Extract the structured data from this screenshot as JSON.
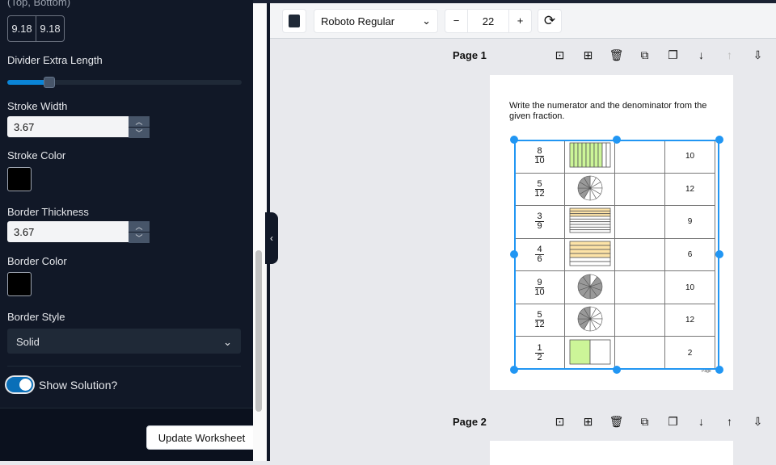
{
  "sidebar": {
    "margin_label": "(Top, Bottom)",
    "margin_values": [
      "9.18",
      "9.18"
    ],
    "divider_label": "Divider Extra Length",
    "divider_value_percent": 18,
    "stroke_width_label": "Stroke Width",
    "stroke_width": "3.67",
    "stroke_color_label": "Stroke Color",
    "stroke_color": "#000000",
    "border_thickness_label": "Border Thickness",
    "border_thickness": "3.67",
    "border_color_label": "Border Color",
    "border_color": "#000000",
    "border_style_label": "Border Style",
    "border_style": "Solid",
    "show_solution_label": "Show Solution?",
    "show_solution": true,
    "update_button": "Update Worksheet"
  },
  "toolbar": {
    "font": "Roboto Regular",
    "font_size": "22",
    "minus": "−",
    "plus": "+"
  },
  "pages": [
    {
      "label": "Page 1"
    },
    {
      "label": "Page 2"
    }
  ],
  "worksheet": {
    "instruction": "Write the numerator and the denominator from the given fraction.",
    "footer": "Page",
    "rows": [
      {
        "num": "8",
        "den": "10",
        "visual": "bar-v",
        "answer": "10"
      },
      {
        "num": "5",
        "den": "12",
        "visual": "pie",
        "answer": "12"
      },
      {
        "num": "3",
        "den": "9",
        "visual": "bar-h",
        "answer": "9"
      },
      {
        "num": "4",
        "den": "6",
        "visual": "bar-h",
        "answer": "6"
      },
      {
        "num": "9",
        "den": "10",
        "visual": "pie",
        "answer": "10"
      },
      {
        "num": "5",
        "den": "12",
        "visual": "pie",
        "answer": "12"
      },
      {
        "num": "1",
        "den": "2",
        "visual": "bar-v",
        "answer": "2"
      }
    ]
  },
  "colors": {
    "accent": "#2196f3",
    "green_fill": "#ccf598",
    "orange_fill": "#fde3a7",
    "pie_fill": "#999999"
  }
}
